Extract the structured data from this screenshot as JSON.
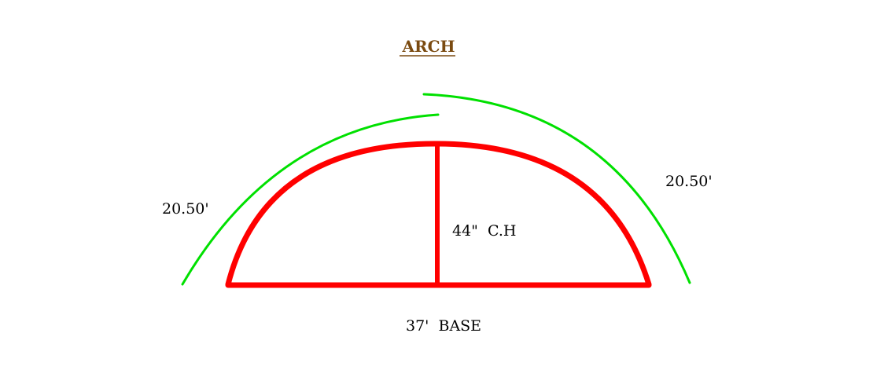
{
  "title": "ARCH",
  "labels": {
    "left_arc": "20.50'",
    "right_arc": "20.50'",
    "center_height": "44\"  C.H",
    "base": "37'  BASE"
  },
  "colors": {
    "arch": "#ff0000",
    "arc_guides": "#00e000",
    "title": "#7a4a10",
    "text": "#000000",
    "background": "#ffffff"
  }
}
